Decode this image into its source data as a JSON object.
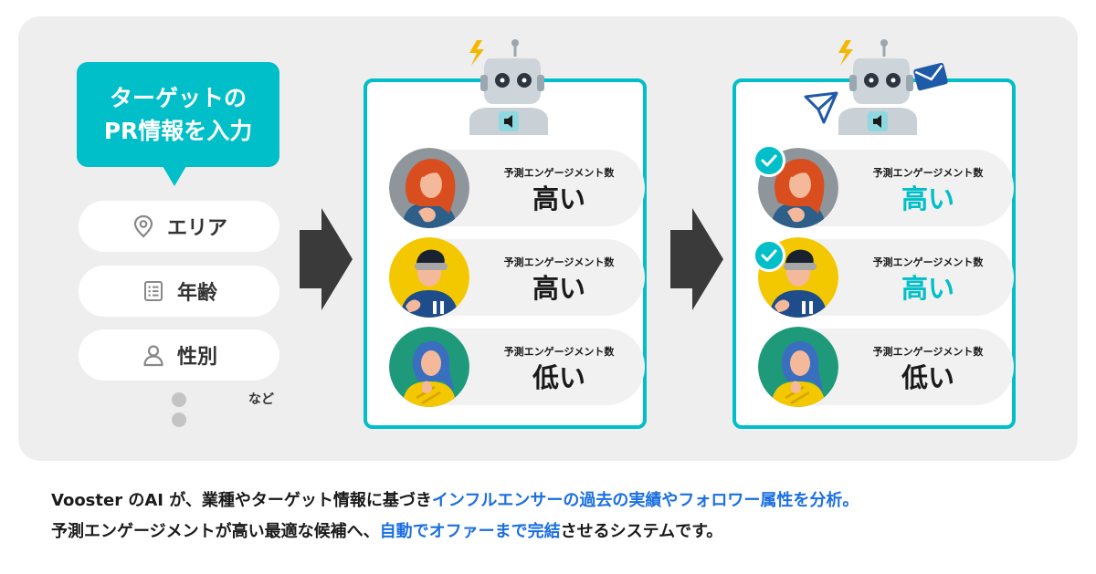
{
  "input_bubble": {
    "line1": "ターゲットの",
    "line2": "PR情報を入力"
  },
  "inputs": [
    {
      "label": "エリア",
      "icon": "location-pin-icon"
    },
    {
      "label": "年齢",
      "icon": "list-icon"
    },
    {
      "label": "性別",
      "icon": "person-icon"
    }
  ],
  "etc_label": "など",
  "metric_label": "予測エンゲージメント数",
  "card1_rows": [
    {
      "value": "高い"
    },
    {
      "value": "高い"
    },
    {
      "value": "低い"
    }
  ],
  "card2_rows": [
    {
      "value": "高い",
      "selected": true
    },
    {
      "value": "高い",
      "selected": true
    },
    {
      "value": "低い",
      "selected": false
    }
  ],
  "caption": {
    "l1_a": "Vooster のAI が、業種やターゲット情報に基づき",
    "l1_b": "インフルエンサーの過去の実績やフォロワー属性を分析。",
    "l2_a": "予測エンゲージメントが高い最適な候補へ、",
    "l2_b": "自動でオファーまで完結",
    "l2_c": "させるシステムです。"
  },
  "colors": {
    "accent": "#00bfc8",
    "link": "#1b6fe0",
    "panel": "#eeeeee",
    "arrow": "#3a3a3a"
  }
}
